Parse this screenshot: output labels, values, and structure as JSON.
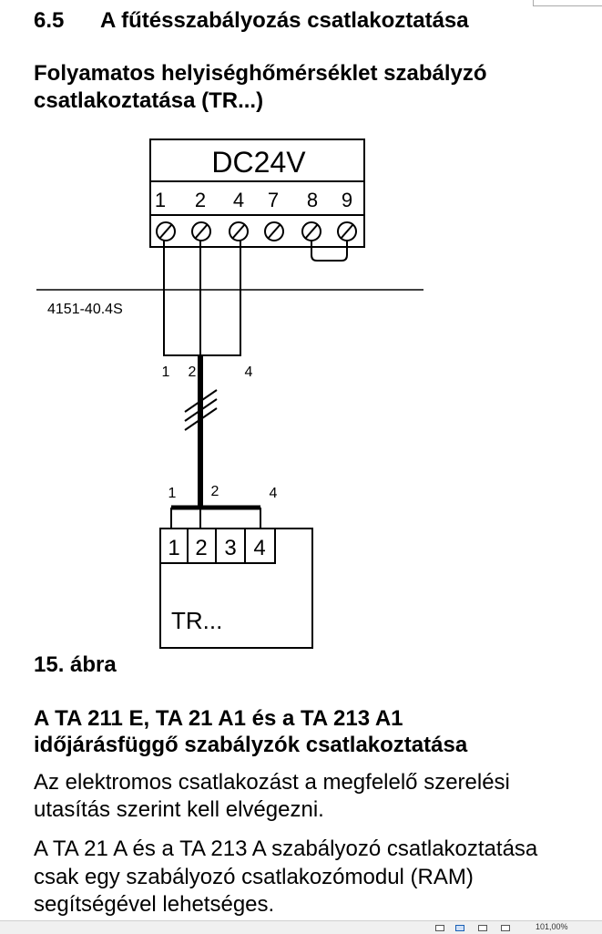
{
  "section": {
    "number": "6.5",
    "title": "A fűtésszabályozás csatlakoztatása"
  },
  "subsection": {
    "line1": "Folyamatos helyiséghőmérséklet szabályzó",
    "line2": "csatlakoztatása (TR...)"
  },
  "diagram": {
    "supply_label": "DC24V",
    "terminals_top": [
      "1",
      "2",
      "4",
      "7",
      "8",
      "9"
    ],
    "module_code": "4151-40.4S",
    "cable_labels_upper": [
      "1",
      "2",
      "4"
    ],
    "cable_labels_lower": [
      "1",
      "2",
      "4"
    ],
    "terminals_bottom": [
      "1",
      "2",
      "3",
      "4"
    ],
    "device_label": "TR..."
  },
  "figure_caption": "15. ábra",
  "section2": {
    "title_line1": "A TA 211 E, TA 21 A1 és a TA 213 A1",
    "title_line2": "időjárásfüggő szabályzók csatlakoztatása",
    "paragraph1": [
      "Az elektromos csatlakozást a megfelelő szerelési",
      "utasítás szerint kell elvégezni."
    ],
    "paragraph2": [
      "A TA 21 A és a TA 213 A szabályozó csatlakoztatása",
      "csak egy szabályozó csatlakozómodul (RAM)",
      "segítségével lehetséges."
    ]
  },
  "statusbar": {
    "zoom": "101,00%"
  }
}
